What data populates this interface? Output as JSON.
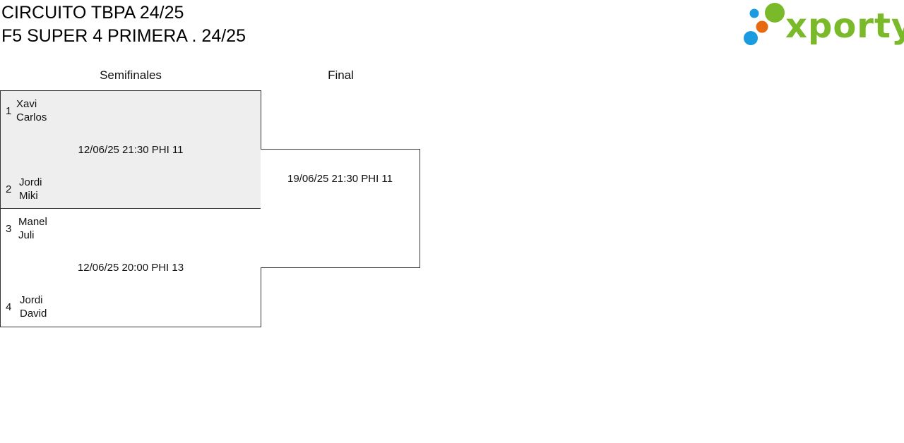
{
  "header": {
    "title_line1": "CIRCUITO TBPA 24/25",
    "title_line2": "F5 SUPER 4 PRIMERA . 24/25"
  },
  "logo": {
    "text": "xporty",
    "colors": {
      "green": "#7ab929",
      "orange": "#e86a10",
      "blue": "#1a9be0"
    }
  },
  "rounds": {
    "semifinals_label": "Semifinales",
    "final_label": "Final"
  },
  "semifinals": [
    {
      "schedule": "12/06/25 21:30 PHI 11",
      "team_a": {
        "seed": "1",
        "player1": "Xavi",
        "player2": "Carlos"
      },
      "team_b": {
        "seed": "2",
        "player1": "Jordi",
        "player2": "Miki"
      }
    },
    {
      "schedule": "12/06/25 20:00 PHI 13",
      "team_a": {
        "seed": "3",
        "player1": "Manel",
        "player2": "Juli"
      },
      "team_b": {
        "seed": "4",
        "player1": "Jordi",
        "player2": "David"
      }
    }
  ],
  "final": {
    "schedule": "19/06/25 21:30 PHI 11"
  }
}
